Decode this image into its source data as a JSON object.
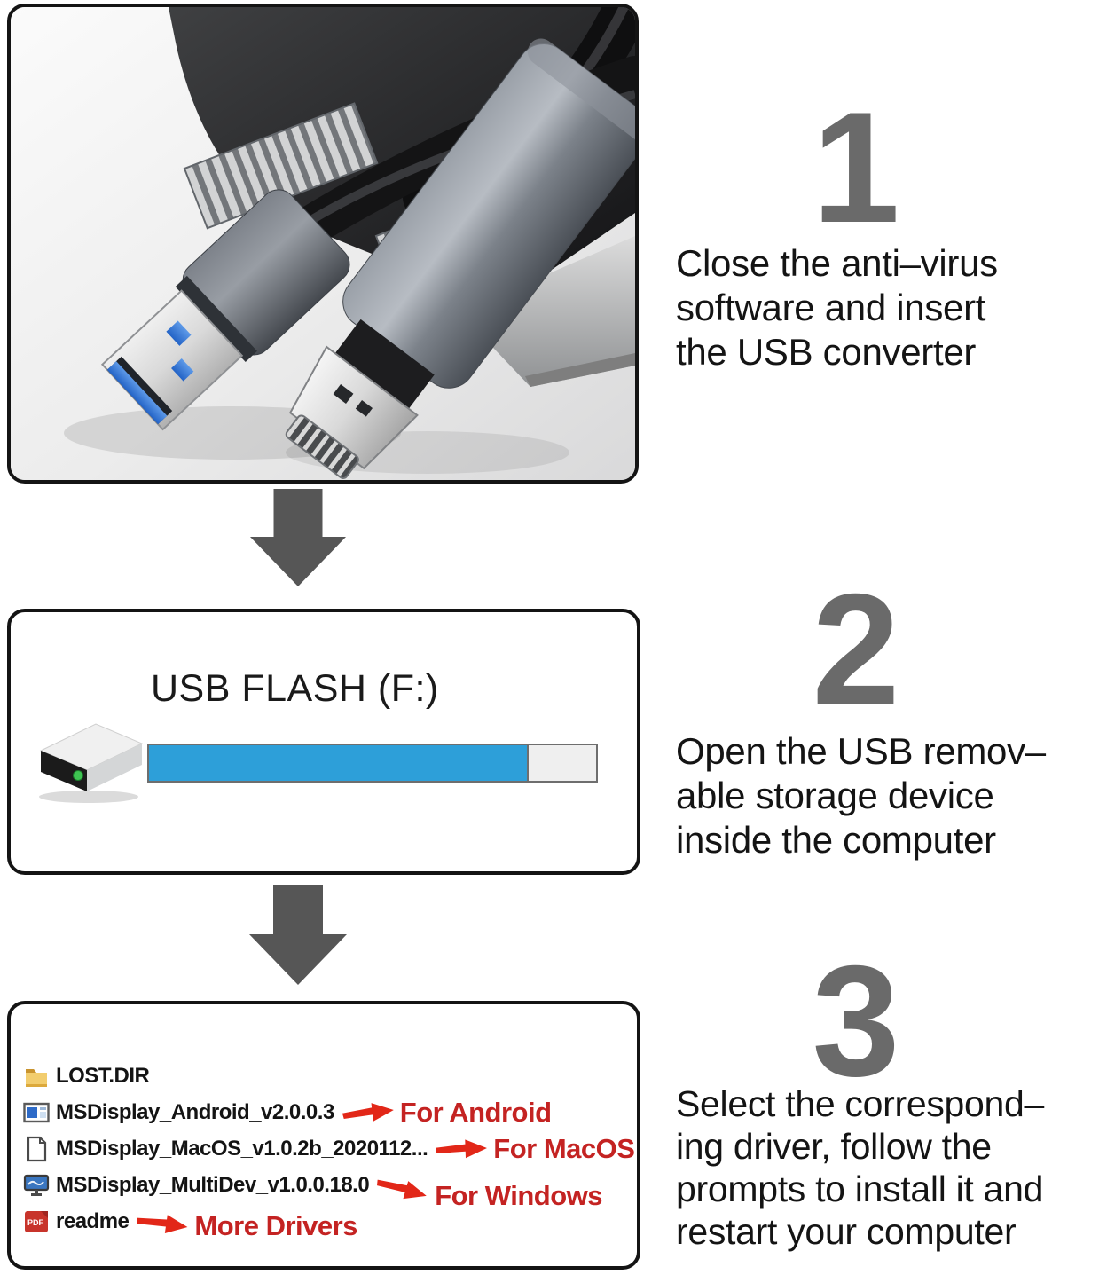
{
  "colors": {
    "accent_blue": "#2d9fd9",
    "red_label": "#c42322",
    "red_arrow": "#e22718",
    "number_gray": "#6a6a6a",
    "down_arrow_gray": "#565656"
  },
  "steps": [
    {
      "number": "1",
      "text": "Close the anti–virus\nsoftware and insert\nthe USB converter"
    },
    {
      "number": "2",
      "text": "Open the USB remov–\nable storage device\ninside the computer"
    },
    {
      "number": "3",
      "text": "Select the correspond–\ning driver, follow the\nprompts to install it and\nrestart your computer"
    }
  ],
  "usb_panel": {
    "drive_label": "USB FLASH (F:)",
    "progress_percent": 85
  },
  "files_panel": {
    "rows": [
      {
        "icon": "folder-icon",
        "name": "LOST.DIR"
      },
      {
        "icon": "android-driver-icon",
        "name": "MSDisplay_Android_v2.0.0.3",
        "label": "For Android"
      },
      {
        "icon": "document-icon",
        "name": "MSDisplay_MacOS_v1.0.2b_2020112...",
        "label": "For MacOS"
      },
      {
        "icon": "display-driver-icon",
        "name": "MSDisplay_MultiDev_v1.0.0.18.0",
        "label": "For Windows"
      },
      {
        "icon": "pdf-icon",
        "name": "readme",
        "label": "More Drivers"
      }
    ],
    "pdf_icon_text": "PDF"
  }
}
